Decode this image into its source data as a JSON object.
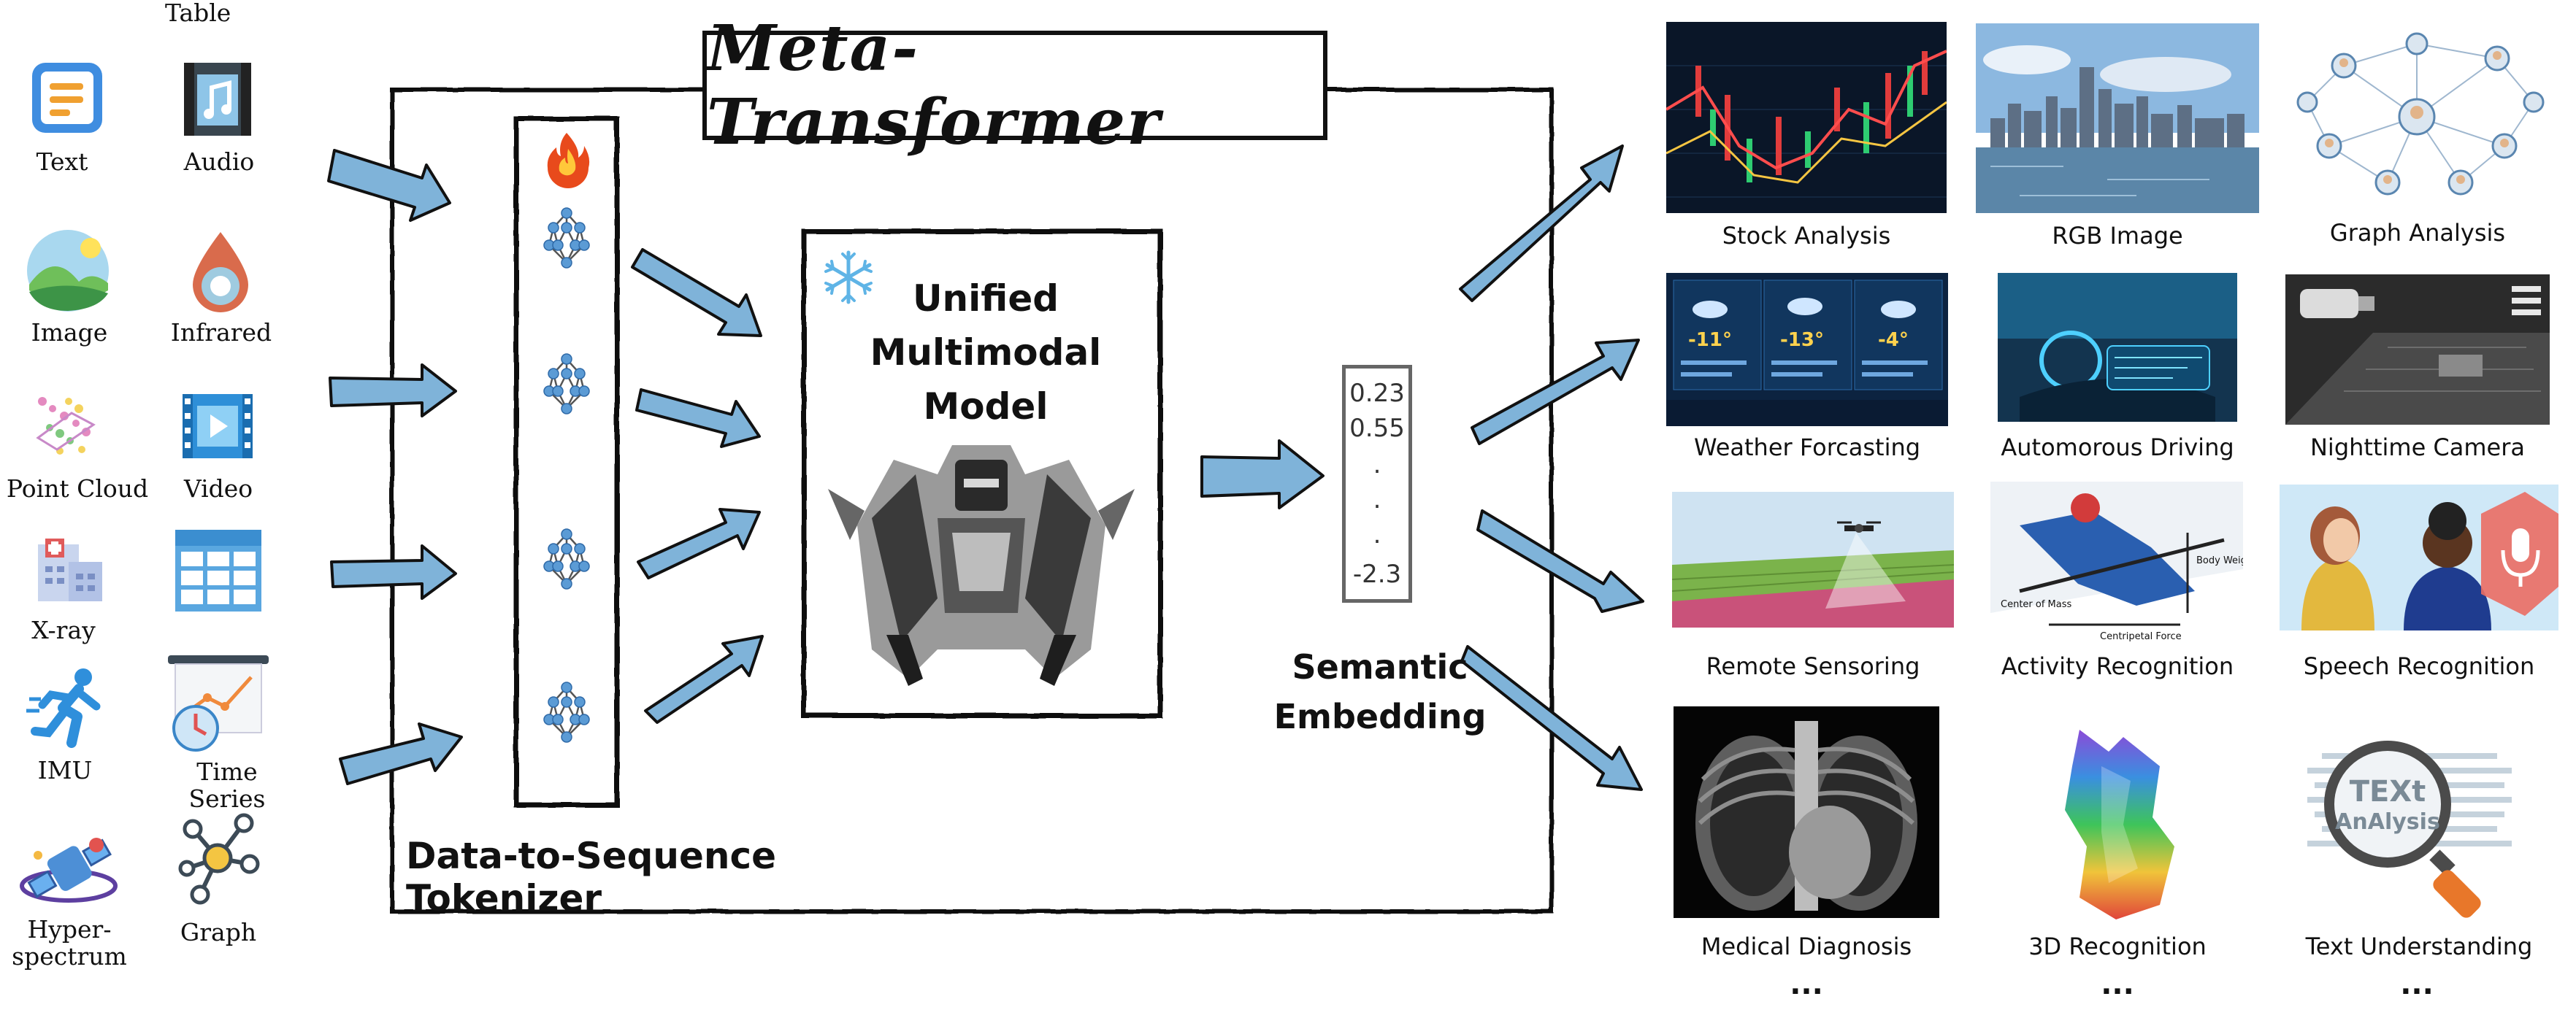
{
  "title": "Meta-Transformer",
  "model_label": [
    "Unified",
    "Multimodal",
    "Model"
  ],
  "tokenizer_label": "Data-to-Sequence Tokenizer",
  "embedding_label": [
    "Semantic",
    "Embedding"
  ],
  "embedding_values": [
    "0.23",
    "0.55",
    ".",
    ".",
    ".",
    "-2.3"
  ],
  "modalities": [
    {
      "label": "Text",
      "icon": "text-icon"
    },
    {
      "label": "Audio",
      "icon": "audio-icon"
    },
    {
      "label": "Image",
      "icon": "image-icon"
    },
    {
      "label": "Infrared",
      "icon": "infrared-icon"
    },
    {
      "label": "Point Cloud",
      "icon": "point-cloud-icon"
    },
    {
      "label": "Video",
      "icon": "video-icon"
    },
    {
      "label": "X-ray",
      "icon": "x-ray-icon"
    },
    {
      "label": "Table",
      "icon": "table-icon"
    },
    {
      "label": "IMU",
      "icon": "imu-icon"
    },
    {
      "label": "Time Series",
      "icon": "time-series-icon"
    },
    {
      "label": "Hyper-\nspectrum",
      "icon": "hyperspectrum-icon"
    },
    {
      "label": "Graph",
      "icon": "graph-icon"
    }
  ],
  "applications": [
    {
      "label": "Stock Analysis"
    },
    {
      "label": "RGB Image"
    },
    {
      "label": "Graph Analysis"
    },
    {
      "label": "Weather Forcasting"
    },
    {
      "label": "Automorous Driving"
    },
    {
      "label": "Nighttime Camera"
    },
    {
      "label": "Remote Sensoring"
    },
    {
      "label": "Activity Recognition"
    },
    {
      "label": "Speech Recognition"
    },
    {
      "label": "Medical Diagnosis"
    },
    {
      "label": "3D Recognition"
    },
    {
      "label": "Text Understanding"
    }
  ],
  "ellipsis": "...",
  "weather_temps": [
    "-11°",
    "-13°",
    "-4°"
  ],
  "activity_labels": [
    "Body Weight",
    "Center of Mass",
    "Centripetal Force"
  ],
  "text_graphic": [
    "TEXt",
    "AnAlysis"
  ],
  "colors": {
    "arrow_fill": "#7fb3d9",
    "arrow_stroke": "#111111",
    "network_node": "#5b9bd5",
    "frame": "#111111"
  }
}
